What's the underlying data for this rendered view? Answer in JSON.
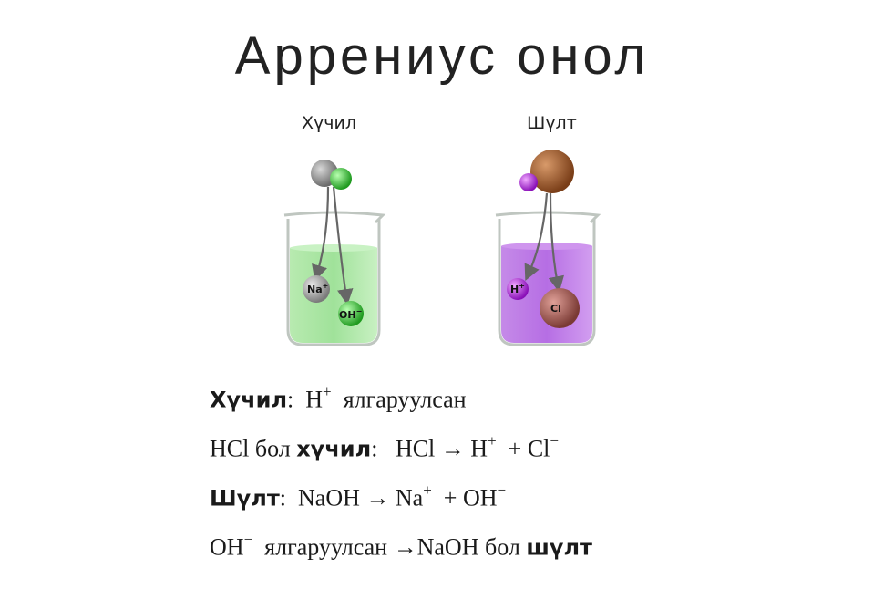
{
  "title": "Аррениус онол",
  "beakers": {
    "acid_label": "Хүчил",
    "base_label": "Шүлт",
    "left_ions": {
      "a": "Na",
      "a_charge": "+",
      "b": "OH",
      "b_charge": "−"
    },
    "right_ions": {
      "a": "H",
      "a_charge": "+",
      "b": "Cl",
      "b_charge": "−"
    },
    "colors": {
      "left_liquid": "#9be39b",
      "right_liquid": "#c07be8",
      "chlorine": "#3cc43c",
      "hydrogen": "#b030d8",
      "chloride": "#a0524a",
      "sodium": "#8a8a8a",
      "grey_atom": "#7a7a7a",
      "copper_atom": "#9a5a32"
    }
  },
  "equations": [
    {
      "kw": "Хүчил",
      "colon": ":",
      "text": "H",
      "sup": "+",
      "rest": "ялгаруулсан"
    },
    {
      "pre": "HCl бол",
      "kw": "хүчил",
      "colon": ":",
      "a": "HCl → H",
      "a_sup": "+",
      "b": "+ Cl",
      "b_sup": "−"
    },
    {
      "kw": "Шүлт",
      "colon": ":",
      "a": "NaOH → Na",
      "a_sup": "+",
      "b": "+ OH",
      "b_sup": "−"
    },
    {
      "a": "OH",
      "a_sup": "−",
      "b": "ялгаруулсан →NaOH бол",
      "kw": "шүлт"
    }
  ]
}
